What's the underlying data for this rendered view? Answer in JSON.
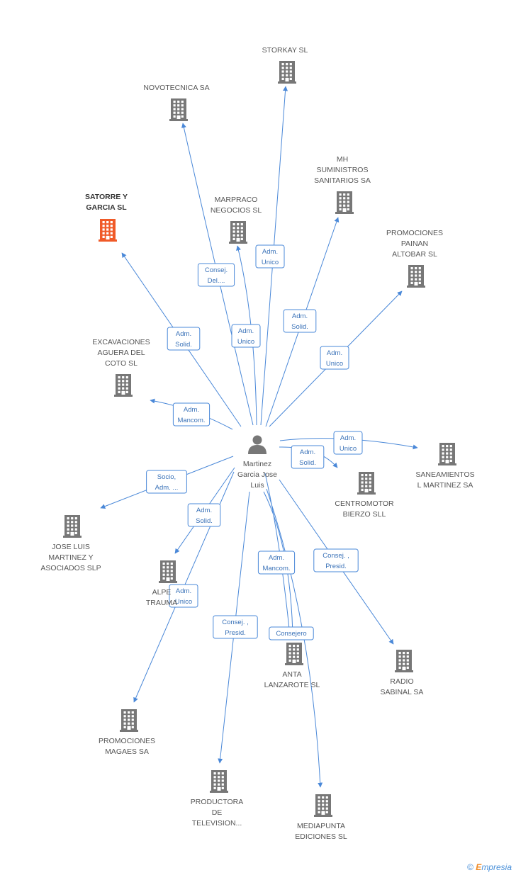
{
  "colors": {
    "edge": "#4a88d8",
    "building": "#777777",
    "highlight": "#f05a28",
    "person": "#777777"
  },
  "center": {
    "label_lines": [
      "Martinez",
      "Garcia Jose",
      "Luis"
    ],
    "icon": "person-icon"
  },
  "companies": [
    {
      "id": "storkay",
      "lines": [
        "STORKAY SL"
      ],
      "highlight": false
    },
    {
      "id": "novotecnica",
      "lines": [
        "NOVOTECNICA SA"
      ],
      "highlight": false
    },
    {
      "id": "mh",
      "lines": [
        "MH",
        "SUMINISTROS",
        "SANITARIOS SA"
      ],
      "highlight": false
    },
    {
      "id": "satorre",
      "lines": [
        "SATORRE Y",
        "GARCIA SL"
      ],
      "highlight": true
    },
    {
      "id": "marpraco",
      "lines": [
        "MARPRACO",
        "NEGOCIOS  SL"
      ],
      "highlight": false
    },
    {
      "id": "promociones-painan",
      "lines": [
        "PROMOCIONES",
        "PAINAN",
        "ALTOBAR  SL"
      ],
      "highlight": false
    },
    {
      "id": "excavaciones",
      "lines": [
        "EXCAVACIONES",
        "AGUERA DEL",
        "COTO SL"
      ],
      "highlight": false
    },
    {
      "id": "saneamientos",
      "lines": [
        "SANEAMIENTOS",
        "L MARTINEZ SA"
      ],
      "highlight": false
    },
    {
      "id": "centromotor",
      "lines": [
        "CENTROMOTOR",
        "BIERZO SLL"
      ],
      "highlight": false
    },
    {
      "id": "jose-luis",
      "lines": [
        "JOSE LUIS",
        "MARTINEZ Y",
        "ASOCIADOS SLP"
      ],
      "highlight": false
    },
    {
      "id": "alpe",
      "lines": [
        "ALPE",
        "TRAUMA"
      ],
      "highlight": false
    },
    {
      "id": "anta",
      "lines": [
        "ANTA",
        "LANZAROTE SL"
      ],
      "highlight": false
    },
    {
      "id": "radio",
      "lines": [
        "RADIO",
        "SABINAL SA"
      ],
      "highlight": false
    },
    {
      "id": "magaes",
      "lines": [
        "PROMOCIONES",
        "MAGAES SA"
      ],
      "highlight": false
    },
    {
      "id": "productora",
      "lines": [
        "PRODUCTORA",
        "DE",
        "TELEVISION..."
      ],
      "highlight": false
    },
    {
      "id": "mediapunta",
      "lines": [
        "MEDIAPUNTA",
        "EDICIONES SL"
      ],
      "highlight": false
    }
  ],
  "edges": [
    {
      "target": "storkay",
      "label_lines": [
        "Adm.",
        "Unico"
      ]
    },
    {
      "target": "novotecnica",
      "label_lines": [
        "Consej.",
        "Del...."
      ]
    },
    {
      "target": "mh",
      "label_lines": [
        "Adm.",
        "Solid."
      ]
    },
    {
      "target": "satorre",
      "label_lines": [
        "Adm.",
        "Solid."
      ]
    },
    {
      "target": "marpraco",
      "label_lines": [
        "Adm.",
        "Unico"
      ]
    },
    {
      "target": "promociones-painan",
      "label_lines": [
        "Adm.",
        "Unico"
      ]
    },
    {
      "target": "excavaciones",
      "label_lines": [
        "Adm.",
        "Mancom."
      ]
    },
    {
      "target": "saneamientos",
      "label_lines": [
        "Adm.",
        "Unico"
      ]
    },
    {
      "target": "centromotor",
      "label_lines": [
        "Adm.",
        "Solid."
      ]
    },
    {
      "target": "jose-luis",
      "label_lines": [
        "Socio,",
        "Adm. ..."
      ]
    },
    {
      "target": "alpe",
      "label_lines": [
        "Adm.",
        "Solid."
      ]
    },
    {
      "target": "magaes",
      "label_lines": [
        "Adm.",
        "Unico"
      ]
    },
    {
      "target": "anta",
      "label_lines": [
        "Adm.",
        "Mancom."
      ]
    },
    {
      "target": "anta",
      "label_lines": [
        "Consejero"
      ]
    },
    {
      "target": "radio",
      "label_lines": [
        "Consej. ,",
        "Presid."
      ]
    },
    {
      "target": "productora",
      "label_lines": [
        "Consej. ,",
        "Presid."
      ]
    },
    {
      "target": "mediapunta",
      "label_lines": []
    }
  ],
  "footer": {
    "copyright": "©",
    "brand_e": "E",
    "brand_rest": "mpresia"
  }
}
